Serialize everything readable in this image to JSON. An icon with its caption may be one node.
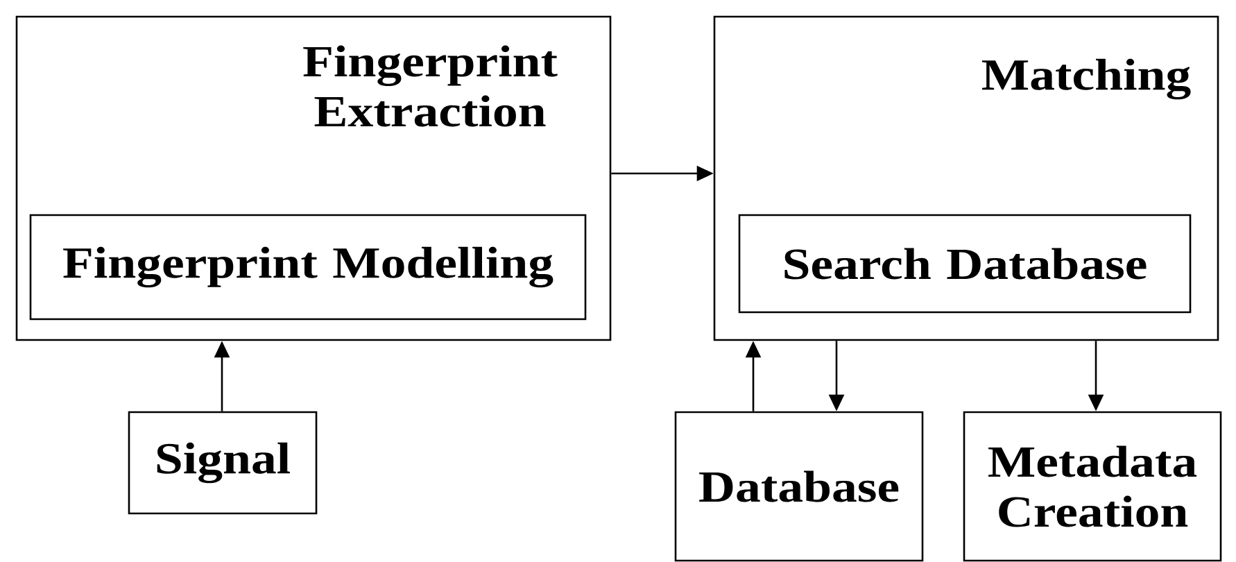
{
  "diagram": {
    "nodes": [
      {
        "text": [
          "Fingerprint Extraction"
        ]
      },
      {
        "text": [
          "Fingerprint Modelling"
        ],
        "in": 0
      },
      {
        "text": [
          "Matching"
        ]
      },
      {
        "text": [
          "Search Database"
        ],
        "in": 2
      },
      {
        "text": [
          "Signal"
        ]
      },
      {
        "text": [
          "Database"
        ]
      },
      {
        "text": [
          "Metadata Creation"
        ]
      }
    ],
    "edges": [
      {
        "from": 4,
        "to": 0,
        "arrow": "to"
      },
      {
        "from": 0,
        "to": 2,
        "arrow": "to"
      },
      {
        "from": 5,
        "to": 2,
        "arrow": "to"
      },
      {
        "from": 2,
        "to": 5,
        "arrow": "to"
      },
      {
        "from": 2,
        "to": 6,
        "arrow": "to"
      }
    ]
  }
}
